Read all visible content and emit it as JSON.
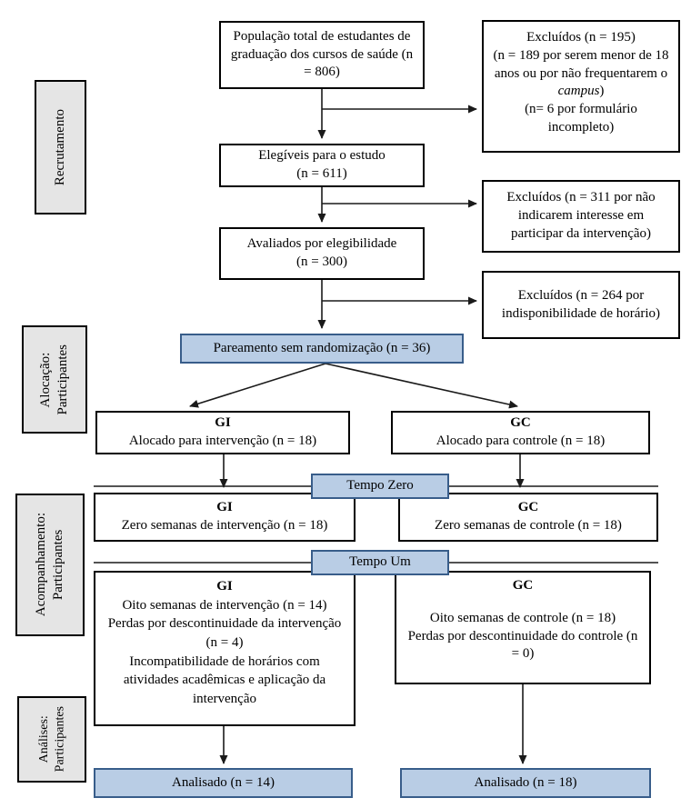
{
  "colors": {
    "accent_fill": "#b9cde5",
    "accent_border": "#385d8a",
    "sidebar_fill": "#e5e5e5",
    "box_border": "#000000",
    "line_color": "#1a1a1a"
  },
  "sidebar": {
    "recruitment": "Recrutamento",
    "allocation": {
      "line1": "Alocação:",
      "line2": "Participantes"
    },
    "followup": {
      "line1": "Acompanhamento:",
      "line2": "Participantes"
    },
    "analysis": {
      "line1": "Análises:",
      "line2": "Participantes"
    }
  },
  "flow": {
    "population": "População total de estudantes de graduação dos cursos de saúde (n = 806)",
    "excluded_1": {
      "line1": "Excluídos (n = 195)",
      "line2_pre": "(n = 189 por serem menor de 18 anos ou por não frequentarem o ",
      "line2_italic": "campus",
      "line2_post": ")",
      "line3": "(n= 6 por formulário incompleto)"
    },
    "eligible": {
      "line1": "Elegíveis para o estudo",
      "line2": "(n = 611)"
    },
    "excluded_2": "Excluídos (n = 311 por não indicarem interesse em participar da intervenção)",
    "assessed": {
      "line1": "Avaliados por elegibilidade",
      "line2": "(n = 300)"
    },
    "excluded_3": "Excluídos (n = 264 por indisponibilidade de horário)",
    "pairing": "Pareamento sem randomização (n = 36)",
    "gi_alloc": {
      "header": "GI",
      "body": "Alocado para intervenção (n = 18)"
    },
    "gc_alloc": {
      "header": "GC",
      "body": "Alocado para controle (n = 18)"
    },
    "tempo_zero": "Tempo Zero",
    "gi_zero": {
      "header": "GI",
      "body": "Zero semanas de intervenção (n = 18)"
    },
    "gc_zero": {
      "header": "GC",
      "body": "Zero semanas de controle (n = 18)"
    },
    "tempo_um": "Tempo Um",
    "gi_eight": {
      "header": "GI",
      "line1": "Oito semanas de intervenção (n = 14)",
      "line2": "Perdas por descontinuidade da intervenção (n = 4)",
      "line3": "Incompatibilidade de horários com atividades acadêmicas e aplicação da intervenção"
    },
    "gc_eight": {
      "header": "GC",
      "line1": "Oito semanas de controle (n = 18)",
      "line2": "Perdas por descontinuidade do controle (n = 0)"
    },
    "analyzed_gi": "Analisado (n = 14)",
    "analyzed_gc": "Analisado (n = 18)"
  }
}
